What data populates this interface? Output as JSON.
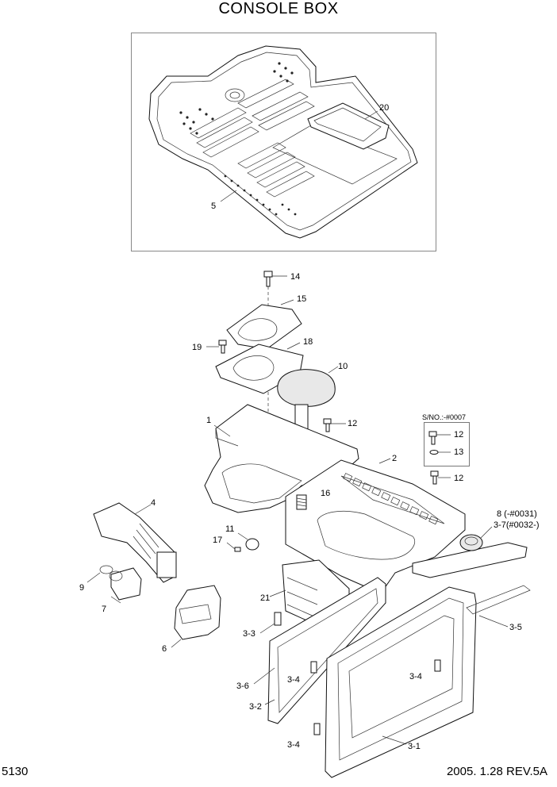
{
  "title": "CONSOLE BOX",
  "page_number": "5130",
  "revision": "2005. 1.28  REV.5A",
  "serial_note": "S/NO.:-#0007",
  "parts": {
    "p20": "20",
    "p5": "5",
    "p14": "14",
    "p15": "15",
    "p19": "19",
    "p18": "18",
    "p10": "10",
    "p1": "1",
    "p12a": "12",
    "p12b": "12",
    "p13": "13",
    "p12c": "12",
    "p2": "2",
    "p4": "4",
    "p16": "16",
    "p8": "8 (-#0031)",
    "p3_7": "3-7(#0032-)",
    "p11": "11",
    "p17": "17",
    "p9": "9",
    "p7": "7",
    "p21": "21",
    "p3_5": "3-5",
    "p6": "6",
    "p3_3": "3-3",
    "p3_4a": "3-4",
    "p3_4b": "3-4",
    "p3_6": "3-6",
    "p3_2": "3-2",
    "p3_4c": "3-4",
    "p3_1": "3-1"
  }
}
